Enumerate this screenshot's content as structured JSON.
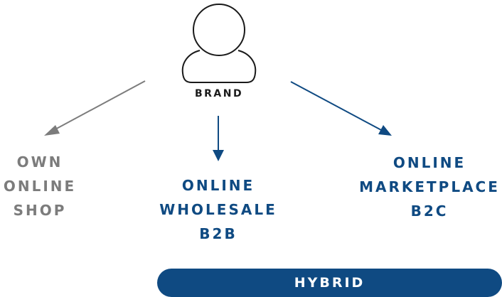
{
  "brand": {
    "label": "BRAND"
  },
  "channels": [
    {
      "lines": [
        "OWN",
        "ONLINE",
        "SHOP"
      ]
    },
    {
      "lines": [
        "ONLINE",
        "WHOLESALE",
        "B2B"
      ]
    },
    {
      "lines": [
        "ONLINE",
        "MARKETPLACE",
        "B2C"
      ]
    }
  ],
  "hybrid": {
    "label": "HYBRID"
  },
  "colors": {
    "gray": "#7c7c7c",
    "blue": "#0f4a82",
    "outline": "#1a1a1a"
  },
  "icons": {
    "brand": "person-silhouette-icon"
  }
}
